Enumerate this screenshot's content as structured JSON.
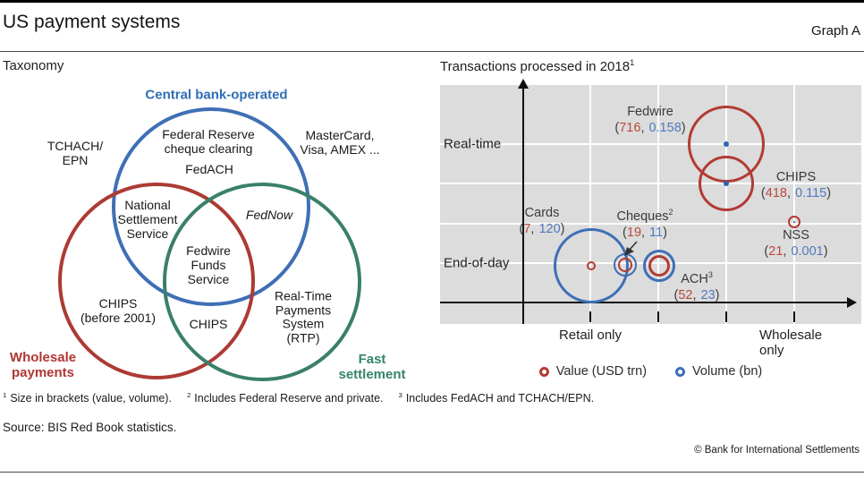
{
  "header": {
    "title": "US payment systems",
    "graph_label": "Graph A"
  },
  "left_panel": {
    "title": "Taxonomy",
    "venn": {
      "set_central": "Central bank-operated",
      "set_wholesale": "Wholesale\npayments",
      "set_fast": "Fast\nsettlement",
      "tchach": "TCHACH/\nEPN",
      "mastercard": "MasterCard,\nVisa, AMEX ...",
      "fed_cheque": "Federal Reserve\ncheque clearing",
      "fedach": "FedACH",
      "nss": "National\nSettlement\nService",
      "fednow": "FedNow",
      "fedwire_funds": "Fedwire\nFunds\nService",
      "chips_before": "CHIPS\n(before 2001)",
      "chips": "CHIPS",
      "rtp": "Real-Time\nPayments\nSystem\n(RTP)",
      "colors": {
        "central_blue": "#2f6eb5",
        "wholesale_red": "#b03631",
        "fast_green": "#35836a"
      }
    }
  },
  "right_panel": {
    "title": "Transactions processed in 2018",
    "title_sup": "1"
  },
  "chart_data": {
    "type": "scatter",
    "title": "Transactions processed in 2018",
    "y_categories": [
      "Real-time",
      "End-of-day"
    ],
    "x_categories": [
      "Retail only",
      "Wholesale only"
    ],
    "grid": "on",
    "legend_position": "bottom-center",
    "size_encoding": "circle area proportional to value (red, USD trn) and volume (blue, bn)",
    "bubbles": [
      {
        "name": "Fedwire",
        "value": 716,
        "volume": 0.158,
        "x": "Wholesale only",
        "y": "Real-time"
      },
      {
        "name": "CHIPS",
        "value": 418,
        "volume": 0.115,
        "x": "Wholesale only",
        "y": "Real-time (near)"
      },
      {
        "name": "Cards",
        "value": 7,
        "volume": 120,
        "x": "Retail only",
        "y": "End-of-day"
      },
      {
        "name": "Cheques",
        "sup": "2",
        "value": 19,
        "volume": 11,
        "x": "Retail only",
        "y": "End-of-day"
      },
      {
        "name": "ACH",
        "sup": "3",
        "value": 52,
        "volume": 23,
        "x": "Retail only",
        "y": "End-of-day"
      },
      {
        "name": "NSS",
        "value": 21,
        "volume": 0.001,
        "x": "Wholesale only",
        "y": "End-of-day (above)"
      }
    ],
    "legend": {
      "value_label": "Value (USD trn)",
      "volume_label": "Volume (bn)"
    },
    "colors": {
      "value_red": "#b23b33",
      "volume_blue": "#3f6fb5",
      "plot_bg": "#dcdcdc"
    }
  },
  "footnotes": [
    {
      "sup": "1",
      "text": "Size in brackets (value, volume)."
    },
    {
      "sup": "2",
      "text": "Includes Federal Reserve and private."
    },
    {
      "sup": "3",
      "text": "Includes FedACH and TCHACH/EPN."
    }
  ],
  "source": "Source: BIS Red Book statistics.",
  "copyright": "© Bank for International Settlements"
}
